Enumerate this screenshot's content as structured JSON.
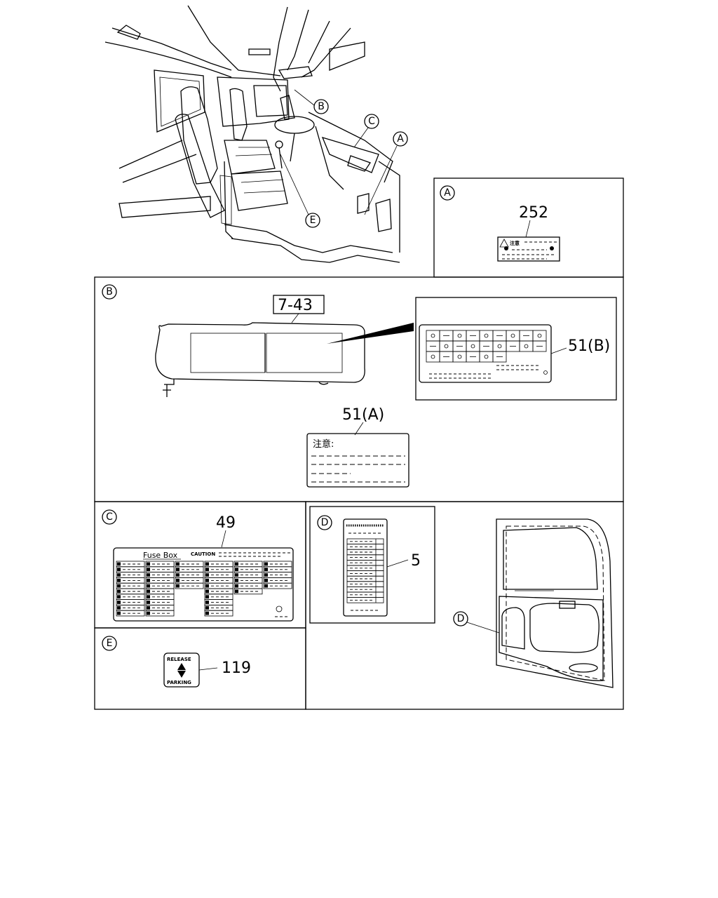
{
  "callouts": {
    "A": "A",
    "B": "B",
    "C": "C",
    "D": "D",
    "E": "E"
  },
  "panels": {
    "A": {
      "letter": "A",
      "part": "252",
      "label_heading": "注意"
    },
    "B": {
      "letter": "B",
      "visor_part": "7-43",
      "label_b_part": "51(B)",
      "label_a_part": "51(A)",
      "label_a_heading": "注意:"
    },
    "C": {
      "letter": "C",
      "part": "49",
      "label_title": "Fuse Box",
      "label_caution": "CAUTION"
    },
    "D": {
      "letter": "D",
      "part": "5",
      "door_callout": "D"
    },
    "E": {
      "letter": "E",
      "part": "119",
      "label_top": "RELEASE",
      "label_bottom": "PARKING"
    }
  }
}
